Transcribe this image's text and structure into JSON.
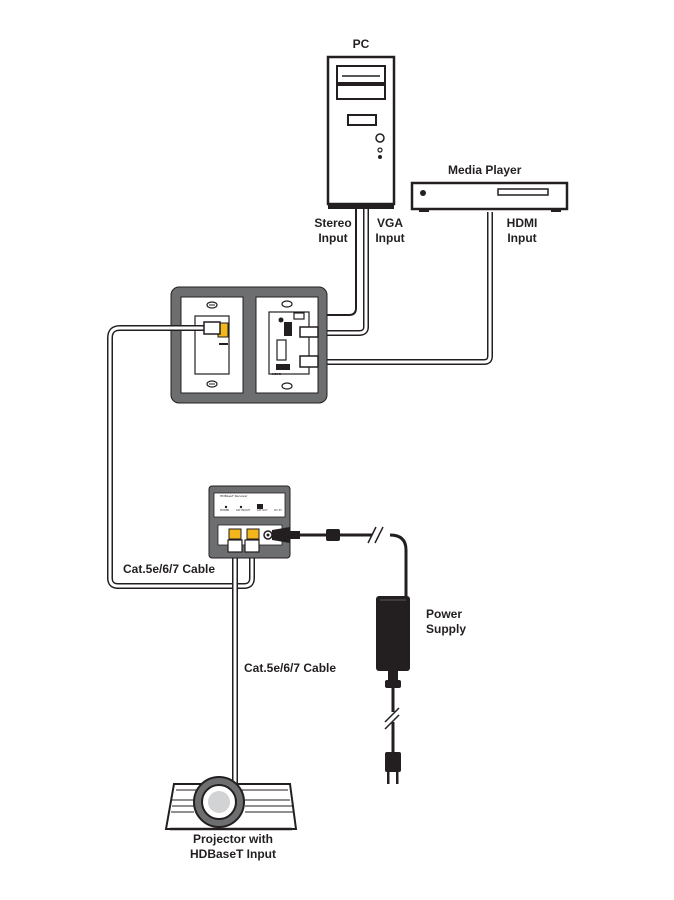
{
  "devices": {
    "pc": {
      "label": "PC"
    },
    "media_player": {
      "label": "Media Player"
    },
    "power_supply": {
      "label_line1": "Power",
      "label_line2": "Supply"
    },
    "projector": {
      "label_line1": "Projector with",
      "label_line2": "HDBaseT Input"
    }
  },
  "connections": {
    "stereo_input": {
      "line1": "Stereo",
      "line2": "Input"
    },
    "vga_input": {
      "line1": "VGA",
      "line2": "Input"
    },
    "hdmi_input": {
      "line1": "HDMI",
      "line2": "Input"
    },
    "cable_to_receiver": {
      "label": "Cat.5e/6/7 Cable"
    },
    "cable_to_projector": {
      "label": "Cat.5e/6/7 Cable"
    }
  },
  "receiver_panel": {
    "top_label": "HDBaseT Receiver",
    "port_labels": [
      "POWER",
      "CAT IN/OUT",
      "CAT OUT",
      "DC 5V"
    ]
  },
  "wall_plate": {
    "port_label": "HDMI"
  },
  "colors": {
    "outline": "#231f20",
    "plate_gray": "#6d6e70",
    "connector_yellow": "#f2b71a",
    "cable_gray": "#a7a9ac"
  }
}
